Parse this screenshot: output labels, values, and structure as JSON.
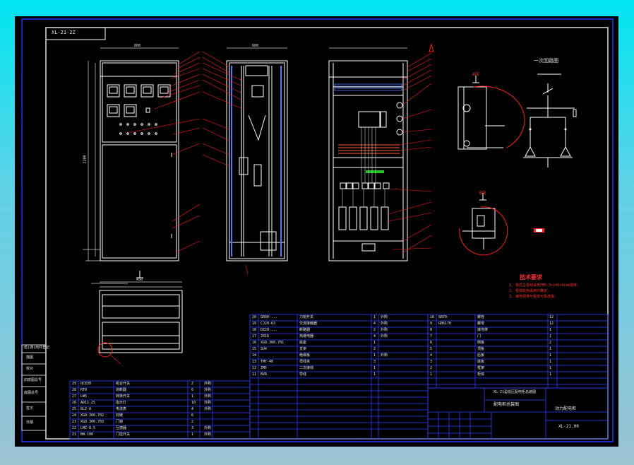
{
  "drawing": {
    "header_code": "XL-21-2Z",
    "circuit_title": "一次回路图",
    "section_a": "A向",
    "section_b": "B向",
    "notes_title": "技术要求",
    "notes": [
      "1. 柜内主母线采用TMY-3×(40×4)mm铜排.",
      "2. 柜体颜色由用户确定.",
      "3. 接地铜排与柜体可靠连接."
    ],
    "company": "配电柜总装图",
    "drawing_no": "XL-21.00",
    "sheet": "动力配电柜",
    "table_title": "XL-21型低压配电柜总装图",
    "side_stamp": [
      "借(通)用件登记",
      "描图",
      "校对",
      "旧底图总号",
      "底图总号",
      "签字",
      "日期"
    ],
    "parts_left": [
      [
        "29",
        "QC830",
        "组合开关",
        "2",
        "外购"
      ],
      [
        "28",
        "RT0",
        "熔断器",
        "6",
        "外购"
      ],
      [
        "27",
        "LW5",
        "转换开关",
        "1",
        "外购"
      ],
      [
        "26",
        "AD11-25",
        "指示灯",
        "10",
        "外购"
      ],
      [
        "25",
        "6L2-A",
        "电流表",
        "4",
        "外购"
      ],
      [
        "24",
        "XGD.300.702",
        "铰链",
        "6",
        ""
      ],
      [
        "23",
        "XGD.300.703",
        "门锁",
        "2",
        ""
      ],
      [
        "22",
        "LMZ-0.5",
        "互感器",
        "3",
        "外购"
      ],
      [
        "21",
        "BW.100",
        "门控开关",
        "1",
        "外购"
      ]
    ],
    "parts_mid": [
      [
        "20",
        "GRD0-...",
        "刀熔开关",
        "1",
        "外购"
      ],
      [
        "19",
        "CJ20-63",
        "交流接触器",
        "4",
        "外购"
      ],
      [
        "18",
        "DZ20-...",
        "断路器",
        "2",
        "外购"
      ],
      [
        "17",
        "JR16",
        "热继电器",
        "4",
        "外购"
      ],
      [
        "16",
        "XGD.300.701",
        "底座",
        "1",
        ""
      ],
      [
        "15",
        "SU4",
        "支架",
        "2",
        ""
      ],
      [
        "14",
        "",
        "绝缘板",
        "1",
        "外购"
      ],
      [
        "13",
        "TMY-40",
        "母线夹",
        "3",
        ""
      ],
      [
        "12",
        "ZMY",
        "二次接线",
        "1",
        ""
      ],
      [
        "11",
        "BVR",
        "导线",
        "1",
        ""
      ]
    ],
    "parts_right": [
      [
        "10",
        "GB70-",
        "螺栓",
        "12",
        ""
      ],
      [
        "9",
        "GB6170",
        "螺母",
        "12",
        ""
      ],
      [
        "8",
        "",
        "接地排",
        "1",
        ""
      ],
      [
        "7",
        "",
        "门",
        "1",
        ""
      ],
      [
        "6",
        "",
        "侧板",
        "2",
        ""
      ],
      [
        "5",
        "",
        "顶板",
        "1",
        ""
      ],
      [
        "4",
        "",
        "后板",
        "1",
        ""
      ],
      [
        "3",
        "",
        "底板",
        "1",
        ""
      ],
      [
        "2",
        "",
        "框架",
        "1",
        ""
      ],
      [
        "1",
        "",
        "柜体",
        "1",
        ""
      ]
    ],
    "dim_labels": [
      "800",
      "2200",
      "600",
      "450"
    ],
    "colors": {
      "frame": "#0000ff",
      "line": "#ffffff",
      "leader": "#ff2020",
      "dim": "#e0e0e0",
      "bg": "#000000",
      "grid": "#1a2cff"
    }
  }
}
